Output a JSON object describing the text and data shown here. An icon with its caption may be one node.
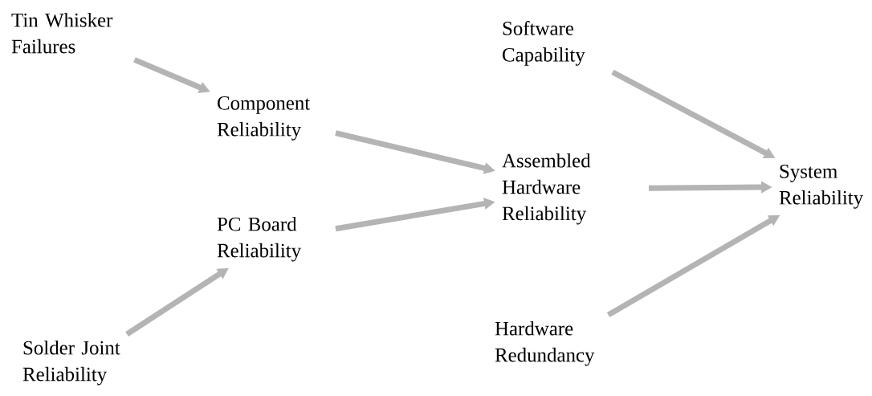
{
  "diagram": {
    "nodes": [
      {
        "text": [
          "Tin Whisker Failures"
        ]
      },
      {
        "text": [
          "Component Reliability"
        ]
      },
      {
        "text": [
          "PC Board Reliability"
        ]
      },
      {
        "text": [
          "Solder Joint Reliability"
        ]
      },
      {
        "text": [
          "Software Capability"
        ]
      },
      {
        "text": [
          "Assembled Hardware Reliability"
        ]
      },
      {
        "text": [
          "System Reliability"
        ]
      },
      {
        "text": [
          "Hardware Redundancy"
        ]
      }
    ],
    "edges": [
      {
        "from": 0,
        "to": 1,
        "arrow": "to"
      },
      {
        "from": 1,
        "to": 5,
        "arrow": "to"
      },
      {
        "from": 2,
        "to": 5,
        "arrow": "to"
      },
      {
        "from": 3,
        "to": 2,
        "arrow": "to"
      },
      {
        "from": 4,
        "to": 6,
        "arrow": "to"
      },
      {
        "from": 5,
        "to": 6,
        "arrow": "to"
      },
      {
        "from": 7,
        "to": 6,
        "arrow": "to"
      }
    ]
  }
}
